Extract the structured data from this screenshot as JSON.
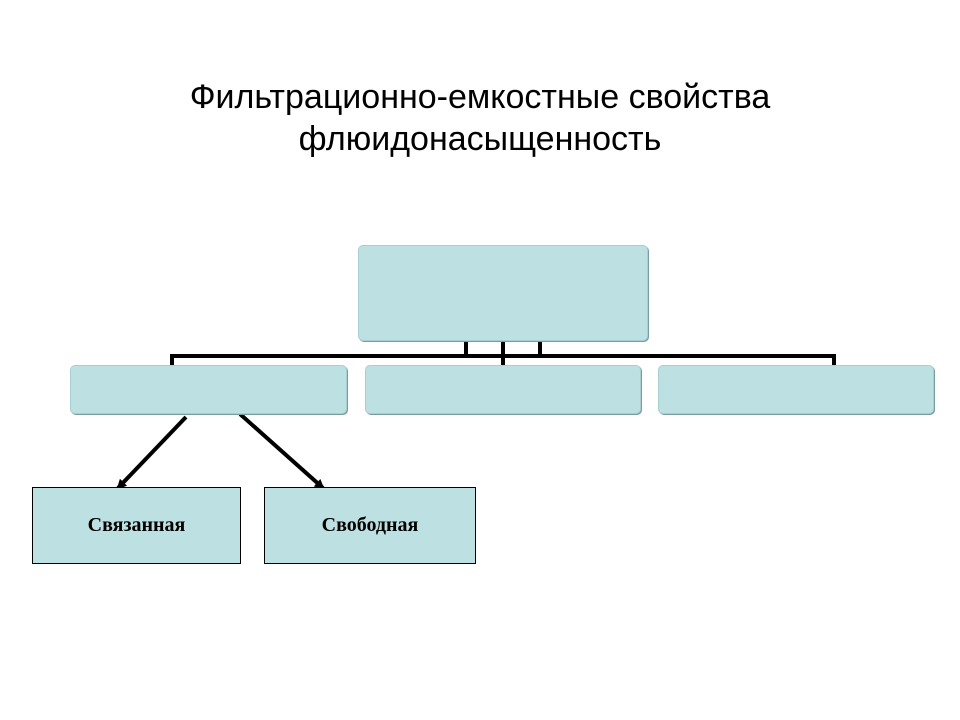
{
  "title": {
    "line1": "Фильтрационно-емкостные свойства",
    "line2": "флюидонасыщенность"
  },
  "diagram": {
    "root_label": "",
    "level1_labels": [
      "",
      "",
      ""
    ],
    "leaves": [
      "Связанная",
      "Свободная"
    ]
  },
  "colors": {
    "box_fill": "#bde0e3",
    "line": "#000000"
  }
}
